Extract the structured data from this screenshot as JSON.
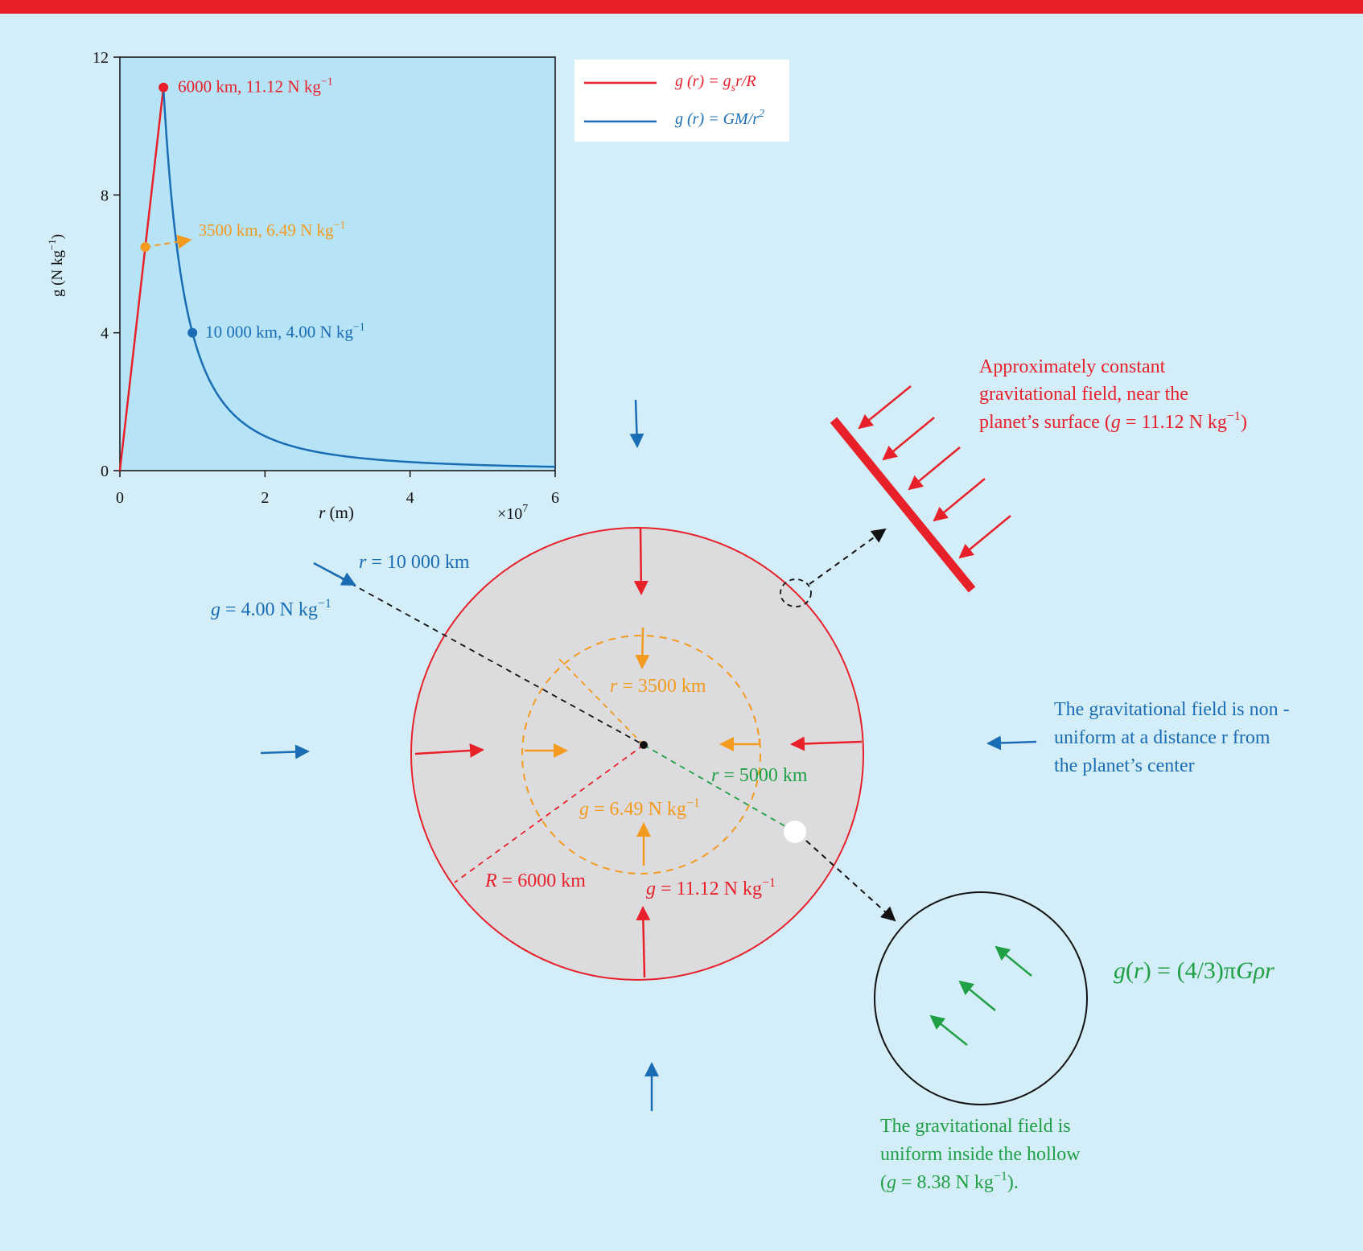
{
  "colors": {
    "background": "#d4eef9",
    "top_bar": "#e8202a",
    "red": "#e8202a",
    "blue": "#1a6db5",
    "orange": "#f39a1f",
    "green": "#1fa045",
    "black": "#111111",
    "planet_fill": "#dcdcde",
    "plot_bg": "#b7e3f7"
  },
  "chart_data": {
    "type": "line",
    "xlabel_italic": "r",
    "xlabel_unit": " (m)",
    "ylabel": "g (N kg",
    "ylabel_sup": "−1",
    "ylabel_close": ")",
    "x_multiplier_base": "×10",
    "x_multiplier_exp": "7",
    "xlim": [
      0,
      60000000
    ],
    "ylim": [
      0,
      12
    ],
    "x_ticks": [
      0,
      20000000,
      40000000,
      60000000
    ],
    "x_tick_labels": [
      "0",
      "2",
      "4",
      "6"
    ],
    "y_ticks": [
      0,
      4,
      8,
      12
    ],
    "y_tick_labels": [
      "0",
      "4",
      "8",
      "12"
    ],
    "grid": false,
    "legend_position": "top-right",
    "series": [
      {
        "name_prefix": "g (r) = g",
        "name_sub": "s",
        "name_suffix": "r/R",
        "color": "#e8202a",
        "x": [
          0,
          6000000
        ],
        "y": [
          0,
          11.12
        ]
      },
      {
        "name_prefix": "g (r) = GM/r",
        "name_sup": "2",
        "color": "#1a6db5",
        "x": [
          6000000,
          7000000,
          8000000,
          10000000,
          12000000,
          15000000,
          20000000,
          25000000,
          30000000,
          40000000,
          50000000,
          60000000
        ],
        "y": [
          11.12,
          8.17,
          6.26,
          4.0,
          2.78,
          1.78,
          1.0,
          0.64,
          0.44,
          0.25,
          0.16,
          0.11
        ]
      }
    ],
    "points": [
      {
        "label": "6000 km, 11.12 N kg",
        "sup": "−1",
        "x": 6000000,
        "y": 11.12,
        "color": "#e8202a"
      },
      {
        "label": "3500 km, 6.49 N kg",
        "sup": "−1",
        "x": 3500000,
        "y": 6.49,
        "color": "#f39a1f"
      },
      {
        "label": "10 000 km, 4.00 N kg",
        "sup": "−1",
        "x": 10000000,
        "y": 4.0,
        "color": "#1a6db5"
      }
    ]
  },
  "diagram": {
    "outer_r_var": "r",
    "outer_r_value": " = 10 000 km",
    "outer_g_var": "g",
    "outer_g_value": " = 4.00 N kg",
    "outer_g_sup": "−1",
    "inner_r_var": "r",
    "inner_r_value": " = 3500 km",
    "inner_g_var": "g",
    "inner_g_value": " = 6.49 N kg",
    "inner_g_sup": "−1",
    "hollow_r_var": "r",
    "hollow_r_value": " = 5000 km",
    "planet_R_var": "R",
    "planet_R_value": " = 6000 km",
    "surface_g_var": "g",
    "surface_g_value": " = 11.12 N kg",
    "surface_g_sup": "−1"
  },
  "annotations": {
    "surface_line1": "Approximately constant",
    "surface_line2": "gravitational field, near the",
    "surface_line3_a": "planet’s surface (",
    "surface_line3_g": "g",
    "surface_line3_b": " = 11.12 N kg",
    "surface_line3_sup": "−1",
    "surface_line3_c": ")",
    "nonuniform_line1": "The gravitational field is non -",
    "nonuniform_line2": "uniform at a distance r from",
    "nonuniform_line3": "the planet’s center",
    "formula_a": "g",
    "formula_b": "(",
    "formula_c": "r",
    "formula_d": ") = (4/3)π",
    "formula_e": "Gρr",
    "hollow_line1": "The gravitational field is",
    "hollow_line2": "uniform inside the hollow",
    "hollow_line3_a": "(",
    "hollow_line3_g": "g",
    "hollow_line3_b": " = 8.38 N kg",
    "hollow_line3_sup": "−1",
    "hollow_line3_c": ")."
  }
}
